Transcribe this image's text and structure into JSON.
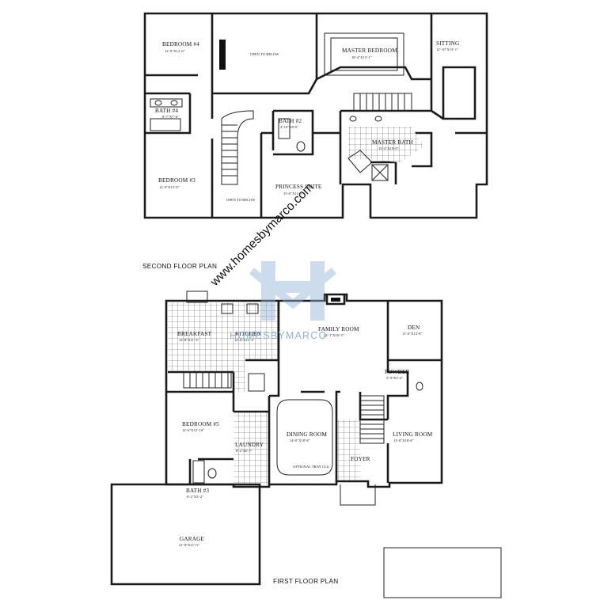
{
  "watermark": {
    "url": "www.homesbymarco.com",
    "brand": "HOMESBYMARCO",
    "logo_color": "#8fb3d8"
  },
  "second_floor": {
    "label": "SECOND FLOOR PLAN",
    "rooms": {
      "bedroom4": {
        "name": "BEDROOM #4",
        "dims": "12'-0\"X12'-6\""
      },
      "open_to_below_1": {
        "name": "OPEN TO BELOW"
      },
      "master_bedroom": {
        "name": "MASTER BEDROOM",
        "dims": "18'-4\"X15'-1\""
      },
      "sitting": {
        "name": "SITTING",
        "dims": "12'-10\"X13'-1\""
      },
      "bath4": {
        "name": "BATH #4",
        "dims": "8'-7\"X7'-6\""
      },
      "bath2": {
        "name": "BATH #2",
        "dims": "4'-10\"X8'-6\""
      },
      "master_bath": {
        "name": "MASTER BATH",
        "dims": "15'-2\"X10'-0\""
      },
      "bedroom3": {
        "name": "BEDROOM #3",
        "dims": "12'-0\"X13'-8\""
      },
      "open_to_below_2": {
        "name": "OPEN TO BELOW"
      },
      "princess_suite": {
        "name": "PRINCESS SUITE",
        "dims": "15'-0\"X11'-6\""
      }
    }
  },
  "first_floor": {
    "label": "FIRST FLOOR PLAN",
    "rooms": {
      "breakfast": {
        "name": "BREAKFAST",
        "dims": "12'-8\"X11'-3\""
      },
      "kitchen": {
        "name": "KITCHEN",
        "dims": "14'-6\"X11'-3\""
      },
      "family_room": {
        "name": "FAMILY ROOM",
        "dims": "22'-1\"X16'-3\""
      },
      "den": {
        "name": "DEN",
        "dims": "11'-0\"X13'-8\""
      },
      "powder": {
        "name": "POWDER",
        "dims": "5'-0\"X5'-4\""
      },
      "bedroom5": {
        "name": "BEDROOM #5",
        "dims": "12'-6\"X12'-10\""
      },
      "laundry": {
        "name": "LAUNDRY",
        "dims": "8'-2\"X6'-7\""
      },
      "dining_room": {
        "name": "DINING ROOM",
        "dims": "14'-0\"X18'-8\""
      },
      "foyer": {
        "name": "FOYER"
      },
      "living_room": {
        "name": "LIVING ROOM",
        "dims": "13'-0\"X18'-8\""
      },
      "bath3": {
        "name": "BATH #3",
        "dims": "8'-2\"X5'-2\""
      },
      "garage": {
        "name": "GARAGE",
        "dims": "21'-8\"X21'-0\""
      },
      "tray_ceiling": {
        "name": "OPTIONAL TRAY CLG"
      }
    }
  }
}
